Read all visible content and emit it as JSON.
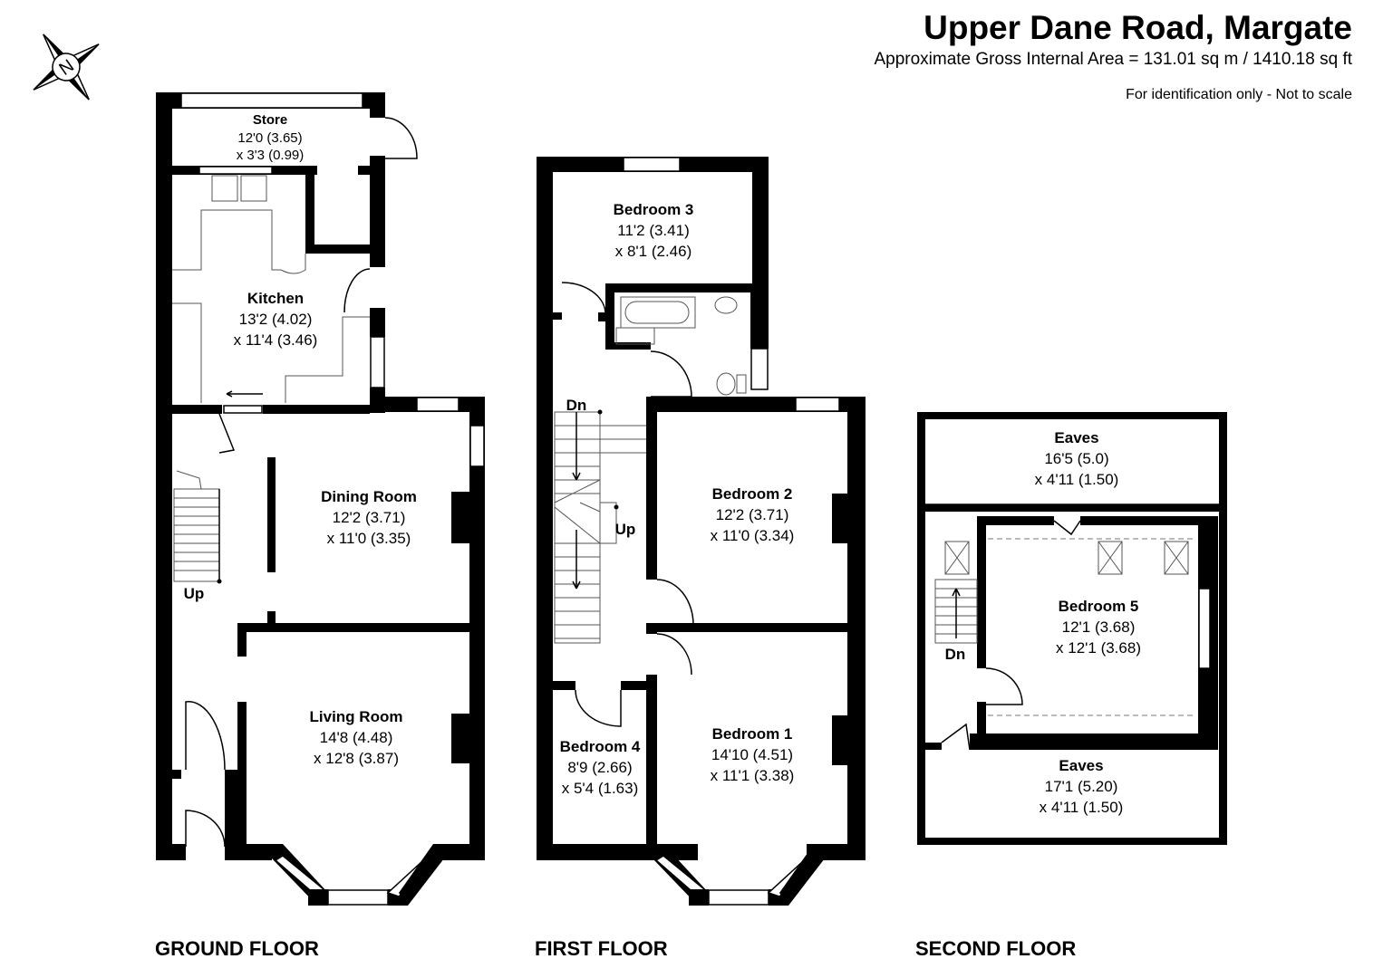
{
  "header": {
    "title": "Upper Dane Road, Margate",
    "area": "Approximate Gross Internal Area = 131.01 sq m / 1410.18 sq ft",
    "note": "For identification only - Not to scale"
  },
  "compass": {
    "label": "N"
  },
  "floors": {
    "ground": {
      "label": "GROUND FLOOR",
      "stairs_label": "Up",
      "rooms": [
        {
          "name": "Store",
          "dim1": "12'0 (3.65)",
          "dim2": "x 3'3 (0.99)"
        },
        {
          "name": "Kitchen",
          "dim1": "13'2 (4.02)",
          "dim2": "x 11'4 (3.46)"
        },
        {
          "name": "Dining Room",
          "dim1": "12'2 (3.71)",
          "dim2": "x 11'0 (3.35)"
        },
        {
          "name": "Living Room",
          "dim1": "14'8 (4.48)",
          "dim2": "x 12'8 (3.87)"
        }
      ]
    },
    "first": {
      "label": "FIRST FLOOR",
      "stairs_down": "Dn",
      "stairs_up": "Up",
      "rooms": [
        {
          "name": "Bedroom 3",
          "dim1": "11'2 (3.41)",
          "dim2": "x 8'1 (2.46)"
        },
        {
          "name": "Bedroom 2",
          "dim1": "12'2 (3.71)",
          "dim2": "x 11'0 (3.34)"
        },
        {
          "name": "Bedroom 4",
          "dim1": "8'9 (2.66)",
          "dim2": "x 5'4 (1.63)"
        },
        {
          "name": "Bedroom 1",
          "dim1": "14'10 (4.51)",
          "dim2": "x 11'1 (3.38)"
        }
      ]
    },
    "second": {
      "label": "SECOND FLOOR",
      "stairs_down": "Dn",
      "rooms": [
        {
          "name": "Eaves",
          "dim1": "16'5 (5.0)",
          "dim2": "x 4'11 (1.50)"
        },
        {
          "name": "Bedroom 5",
          "dim1": "12'1 (3.68)",
          "dim2": "x 12'1 (3.68)"
        },
        {
          "name": "Eaves",
          "dim1": "17'1 (5.20)",
          "dim2": "x 4'11 (1.50)"
        }
      ]
    }
  }
}
